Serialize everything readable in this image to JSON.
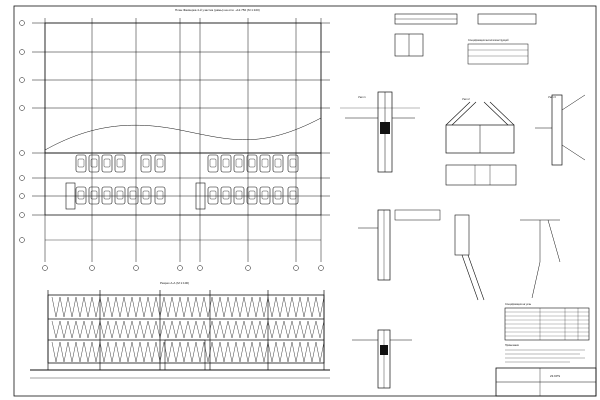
{
  "sheet": {
    "plan_title": "План Фахверка 4-й участка (рамы) на отм. +12.750 (М 1:100)",
    "section_title": "Разрез А-А (М 1:100)",
    "detail_left_title": "Узел 1",
    "detail_mid_title": "Узел 2",
    "detail_right_title": "Узел 3",
    "spec_table_title": "Спецификация металлоконструкций",
    "stamp_code": "23.KPS",
    "notes_heading": "Примечания",
    "lower_spec_title": "Спецификация на узлы"
  }
}
